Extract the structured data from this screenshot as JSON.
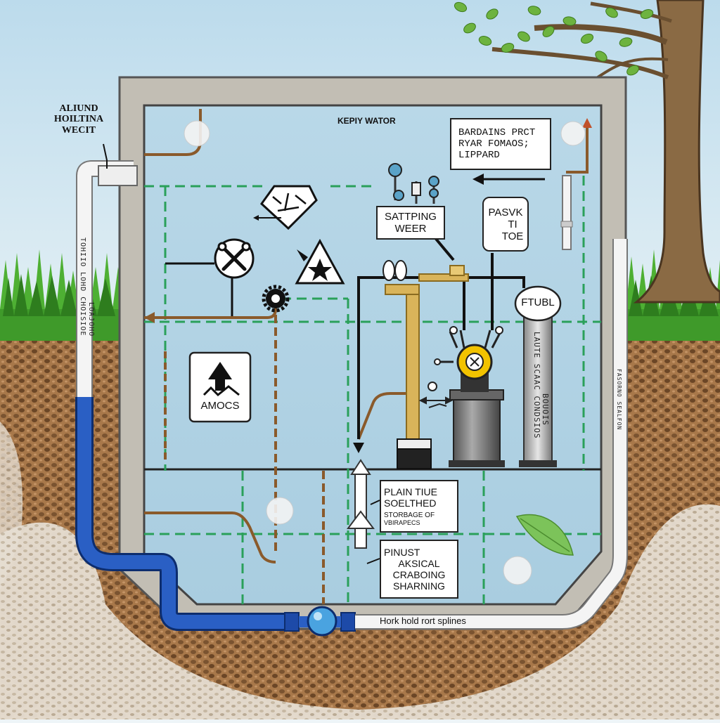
{
  "labels": {
    "above_ground_line1": "ALIUND",
    "above_ground_line2": "HOILTINA",
    "above_ground_line3": "WECIT",
    "tank_title": "KEPIY WATOR",
    "top_right_line1": "BARDAINS PRCT",
    "top_right_line2": "RYAR FOMAOS;",
    "top_right_line3": "LIPPARD",
    "sampling_line1": "SATTPING",
    "sampling_line2": "WEER",
    "pasvk_line1": "PASVK",
    "pasvk_line2": "TI",
    "pasvk_line3": "TOE",
    "amocs": "AMOCS",
    "futbl": "FTUBL",
    "plain_line1": "PLAIN TIUE",
    "plain_line2": "SOELTHED",
    "plain_line3": "STORBAGE OF",
    "plain_line4": "VBIRAPECS",
    "pinust_line1": "PINUST",
    "pinust_line2": "AKSICAL",
    "pinust_line3": "CRABOING",
    "pinust_line4": "SHARNING",
    "bottom_pipe": "Hork hold rort splines",
    "left_pipe_vertical": "TOHIIO LOHD CHOISIOE",
    "left_pipe_vertical2": "LOAJOHO",
    "column_vertical": "LAUTE SCAAC CONDSIOS",
    "column_vertical2": "BOUOIS",
    "right_vertical": "FASORNO SEALFON"
  },
  "icons": {
    "wrench": "wrench-icon",
    "warning": "warning-triangle-icon",
    "gear": "gear-icon",
    "arrow_up": "arrow-up-icon",
    "valve": "valve-icon",
    "pump": "pump-icon",
    "tree": "tree-icon",
    "leaf": "leaf-icon"
  },
  "colors": {
    "sky": "#cfe6f2",
    "grass": "#3f9a2a",
    "soil": "#9a6a3a",
    "tank_wall": "#b9b6ac",
    "water": "#b7d6e6",
    "blue_pipe": "#1d4aa8",
    "white_pipe": "#f4f4f4",
    "green_line": "#2aa05a",
    "brown_line": "#8a5a2b",
    "gold_pipe": "#d9b45a"
  }
}
